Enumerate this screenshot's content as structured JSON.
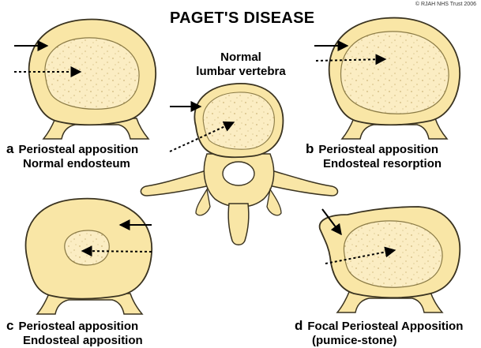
{
  "title": "PAGET'S DISEASE",
  "copyright": "© RJAH NHS Trust 2006",
  "center_label": {
    "line1": "Normal",
    "line2": "lumbar vertebra"
  },
  "panels": [
    {
      "letter": "a",
      "line1": "Periosteal apposition",
      "line2": "Normal endosteum"
    },
    {
      "letter": "b",
      "line1": "Periosteal apposition",
      "line2": "Endosteal resorption"
    },
    {
      "letter": "c",
      "line1": "Periosteal apposition",
      "line2": "Endosteal apposition"
    },
    {
      "letter": "d",
      "line1": "Focal Periosteal Apposition",
      "line2": "(pumice-stone)"
    }
  ],
  "colors": {
    "bone_fill": "#f9e6a6",
    "cancellous_fill": "#fbedc3",
    "outline": "#3a3320",
    "arrow": "#000000"
  },
  "legend_arrows": {
    "solid": "periosteal-arrow",
    "dotted": "endosteal-arrow"
  }
}
